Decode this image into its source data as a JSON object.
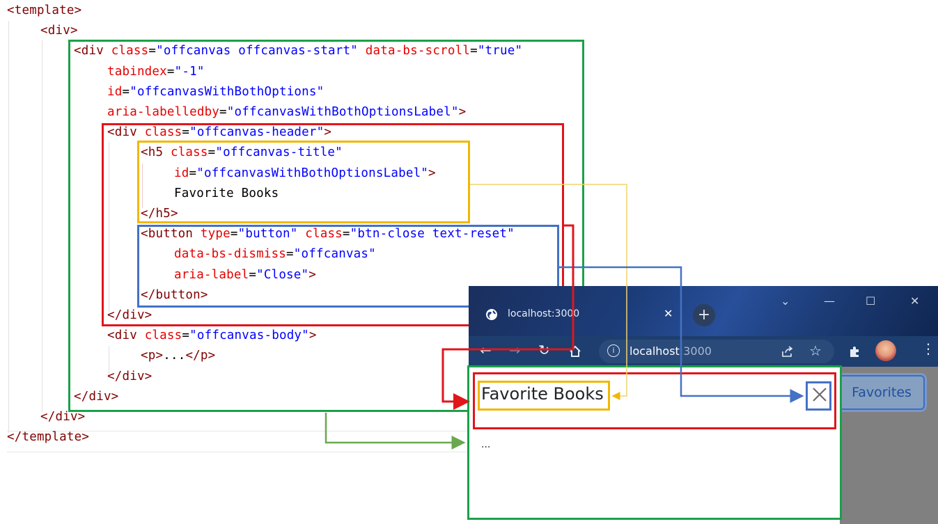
{
  "code": {
    "lines": [
      {
        "tokens": [
          {
            "t": "tag",
            "v": "<template>"
          }
        ]
      },
      {
        "tokens": [
          {
            "t": "tag",
            "v": "<div>"
          }
        ]
      },
      {
        "tokens": [
          {
            "t": "tag",
            "v": "<div "
          },
          {
            "t": "attr",
            "v": "class"
          },
          {
            "t": "txt",
            "v": "="
          },
          {
            "t": "val",
            "v": "\"offcanvas offcanvas-start\""
          },
          {
            "t": "txt",
            "v": " "
          },
          {
            "t": "attr",
            "v": "data-bs-scroll"
          },
          {
            "t": "txt",
            "v": "="
          },
          {
            "t": "val",
            "v": "\"true\""
          }
        ]
      },
      {
        "tokens": [
          {
            "t": "attr",
            "v": "tabindex"
          },
          {
            "t": "txt",
            "v": "="
          },
          {
            "t": "val",
            "v": "\"-1\""
          }
        ]
      },
      {
        "tokens": [
          {
            "t": "attr",
            "v": "id"
          },
          {
            "t": "txt",
            "v": "="
          },
          {
            "t": "val",
            "v": "\"offcanvasWithBothOptions\""
          }
        ]
      },
      {
        "tokens": [
          {
            "t": "attr",
            "v": "aria-labelledby"
          },
          {
            "t": "txt",
            "v": "="
          },
          {
            "t": "val",
            "v": "\"offcanvasWithBothOptionsLabel\""
          },
          {
            "t": "tag",
            "v": ">"
          }
        ]
      },
      {
        "tokens": [
          {
            "t": "tag",
            "v": "<div "
          },
          {
            "t": "attr",
            "v": "class"
          },
          {
            "t": "txt",
            "v": "="
          },
          {
            "t": "val",
            "v": "\"offcanvas-header\""
          },
          {
            "t": "tag",
            "v": ">"
          }
        ]
      },
      {
        "tokens": [
          {
            "t": "tag",
            "v": "<h5 "
          },
          {
            "t": "attr",
            "v": "class"
          },
          {
            "t": "txt",
            "v": "="
          },
          {
            "t": "val",
            "v": "\"offcanvas-title\""
          }
        ]
      },
      {
        "tokens": [
          {
            "t": "attr",
            "v": "id"
          },
          {
            "t": "txt",
            "v": "="
          },
          {
            "t": "val",
            "v": "\"offcanvasWithBothOptionsLabel\""
          },
          {
            "t": "tag",
            "v": ">"
          }
        ]
      },
      {
        "tokens": [
          {
            "t": "txt",
            "v": "Favorite Books"
          }
        ]
      },
      {
        "tokens": [
          {
            "t": "tag",
            "v": "</h5>"
          }
        ]
      },
      {
        "tokens": [
          {
            "t": "tag",
            "v": "<button "
          },
          {
            "t": "attr",
            "v": "type"
          },
          {
            "t": "txt",
            "v": "="
          },
          {
            "t": "val",
            "v": "\"button\""
          },
          {
            "t": "txt",
            "v": " "
          },
          {
            "t": "attr",
            "v": "class"
          },
          {
            "t": "txt",
            "v": "="
          },
          {
            "t": "val",
            "v": "\"btn-close text-reset\""
          }
        ]
      },
      {
        "tokens": [
          {
            "t": "attr",
            "v": "data-bs-dismiss"
          },
          {
            "t": "txt",
            "v": "="
          },
          {
            "t": "val",
            "v": "\"offcanvas\""
          }
        ]
      },
      {
        "tokens": [
          {
            "t": "attr",
            "v": "aria-label"
          },
          {
            "t": "txt",
            "v": "="
          },
          {
            "t": "val",
            "v": "\"Close\""
          },
          {
            "t": "tag",
            "v": ">"
          }
        ]
      },
      {
        "tokens": [
          {
            "t": "tag",
            "v": "</button>"
          }
        ]
      },
      {
        "tokens": [
          {
            "t": "tag",
            "v": "</div>"
          }
        ]
      },
      {
        "tokens": [
          {
            "t": "tag",
            "v": "<div "
          },
          {
            "t": "attr",
            "v": "class"
          },
          {
            "t": "txt",
            "v": "="
          },
          {
            "t": "val",
            "v": "\"offcanvas-body\""
          },
          {
            "t": "tag",
            "v": ">"
          }
        ]
      },
      {
        "tokens": [
          {
            "t": "tag",
            "v": "<p>"
          },
          {
            "t": "txt",
            "v": "..."
          },
          {
            "t": "tag",
            "v": "</p>"
          }
        ]
      },
      {
        "tokens": [
          {
            "t": "tag",
            "v": "</div>"
          }
        ]
      },
      {
        "tokens": [
          {
            "t": "tag",
            "v": "</div>"
          }
        ]
      },
      {
        "tokens": [
          {
            "t": "tag",
            "v": "</div>"
          }
        ]
      },
      {
        "tokens": [
          {
            "t": "tag",
            "v": "</template>"
          }
        ]
      }
    ]
  },
  "browser": {
    "tab_title": "localhost:3000",
    "tab_close": "✕",
    "new_tab": "+",
    "window_controls": [
      "⌄",
      "—",
      "☐",
      "✕"
    ],
    "address_host": "localhost",
    "address_port": ":3000",
    "page_button_label": "Favorites"
  },
  "offcanvas": {
    "title": "Favorite Books",
    "body": "..."
  },
  "colors": {
    "green": "#1aa14a",
    "red": "#e0161b",
    "yellow": "#f2b800",
    "blue": "#4472c4",
    "olive_arrow": "#6aa84f"
  },
  "icons": {
    "globe": "globe-icon",
    "back": "back-arrow-icon",
    "forward": "forward-arrow-icon",
    "reload": "reload-icon",
    "home": "home-icon",
    "info": "info-icon",
    "share": "share-icon",
    "bookmark": "star-icon",
    "extensions": "puzzle-icon",
    "menu": "kebab-menu-icon",
    "close": "close-icon"
  }
}
